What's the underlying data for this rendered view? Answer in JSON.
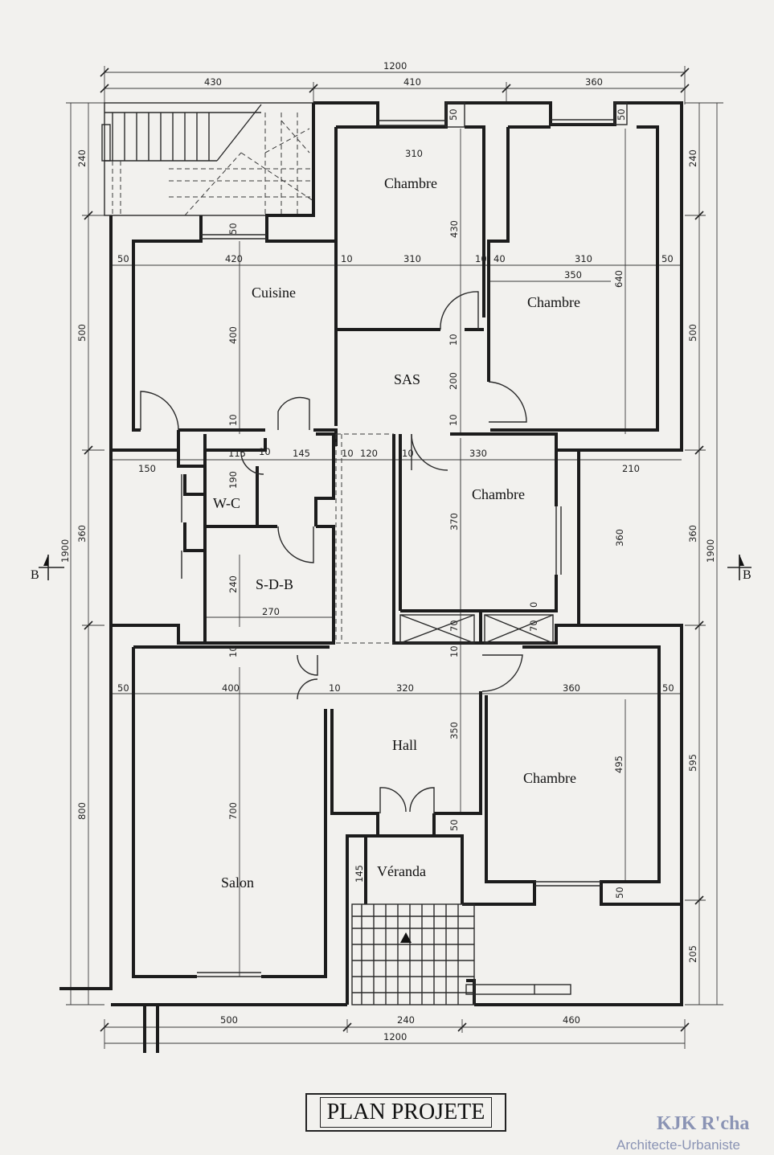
{
  "title": "PLAN PROJETE",
  "stamp": {
    "name": "KJK R'cha",
    "title": "Architecte-Urbaniste"
  },
  "section_marker": "B",
  "rooms": {
    "chambre_1": "Chambre",
    "chambre_2": "Chambre",
    "cuisine": "Cuisine",
    "sas": "SAS",
    "chambre_3": "Chambre",
    "wc": "W-C",
    "sdb": "S-D-B",
    "hall": "Hall",
    "chambre_4": "Chambre",
    "salon": "Salon",
    "veranda": "Véranda"
  },
  "dims": {
    "top_total": "1200",
    "top_a": "430",
    "top_b": "410",
    "top_c": "360",
    "bottom_total": "1200",
    "bottom_a": "500",
    "bottom_b": "240",
    "bottom_c": "460",
    "left_total": "1900",
    "left_a": "240",
    "left_b": "500",
    "left_c": "360",
    "left_d": "800",
    "right_total": "1900",
    "right_a": "240",
    "right_b": "500",
    "right_c": "360",
    "right_d": "595",
    "right_e": "205",
    "row1_50a": "50",
    "row1_420": "420",
    "row1_10a": "10",
    "row1_310": "310",
    "row1_10b": "10",
    "row1_40": "40",
    "row1_310b": "310",
    "row1_50b": "50",
    "ch1_310": "310",
    "ch1_430": "430",
    "ch1_50": "50",
    "ch2_350": "350",
    "ch2_640": "640",
    "ch2_50": "50",
    "win_50": "50",
    "cuisine_400": "400",
    "cuisine_10": "10",
    "sas_10": "10",
    "sas_200": "200",
    "sas_10b": "10",
    "row2_115": "115",
    "row2_10": "10",
    "row2_145": "145",
    "row2_10b": "10",
    "row2_120": "120",
    "row2_10c": "10",
    "row2_330": "330",
    "row2_150": "150",
    "row2_210": "210",
    "wc_190": "190",
    "sdb_240": "240",
    "sdb_270": "270",
    "ch3_370": "370",
    "ch3_360": "360",
    "ch3_0": "0",
    "cl_70a": "70",
    "cl_70b": "70",
    "row3_10a": "10",
    "row3_10b": "10",
    "row4_50a": "50",
    "row4_400": "400",
    "row4_10": "10",
    "row4_320": "320",
    "row4_360": "360",
    "row4_50b": "50",
    "hall_350": "350",
    "salon_700": "700",
    "ch4_495": "495",
    "ver_50": "50",
    "ver_145": "145",
    "ch4_50": "50"
  }
}
